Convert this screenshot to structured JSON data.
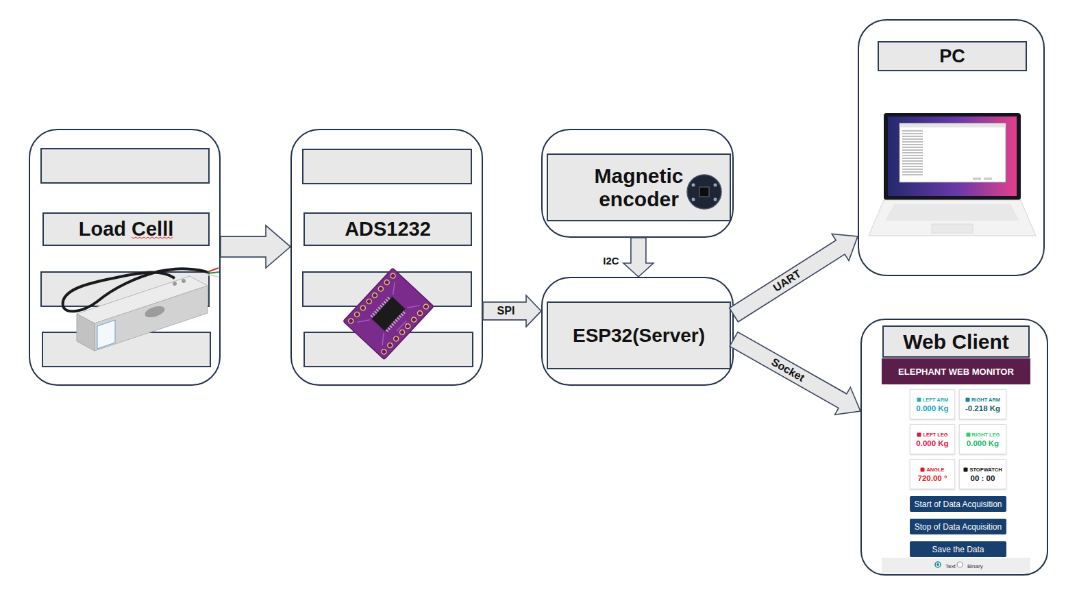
{
  "diagram": {
    "nodes": [
      {
        "text": [
          "Load Celll"
        ]
      },
      {
        "text": [
          "ADS1232"
        ]
      },
      {
        "text": [
          "Magnetic encoder"
        ]
      },
      {
        "text": [
          "ESP32(Server)"
        ]
      },
      {
        "text": [
          "PC"
        ]
      },
      {
        "text": [
          "Web Client"
        ]
      },
      {
        "text": [
          "ELEPHANT WEB MONITOR"
        ],
        "in": 5
      },
      {
        "text": [
          "LEFT ARM",
          "0.000 Kg"
        ],
        "in": 5
      },
      {
        "text": [
          "RIGHT ARM",
          "-0.218 Kg"
        ],
        "in": 5
      },
      {
        "text": [
          "LEFT LEG",
          "0.000 Kg"
        ],
        "in": 5
      },
      {
        "text": [
          "RIGHT LEG",
          "0.000 Kg"
        ],
        "in": 5
      },
      {
        "text": [
          "ANGLE",
          "720.00 °"
        ],
        "in": 5
      },
      {
        "text": [
          "STOPWATCH",
          "00 : 00"
        ],
        "in": 5
      },
      {
        "text": [
          "Start of Data Acquisition"
        ],
        "in": 5
      },
      {
        "text": [
          "Stop of Data Acquisition"
        ],
        "in": 5
      },
      {
        "text": [
          "Save the Data"
        ],
        "in": 5
      },
      {
        "text": [
          "Text",
          "Binary"
        ],
        "in": 5
      }
    ],
    "edges": [
      {
        "from": 0,
        "to": 1,
        "arrow": "to"
      },
      {
        "from": 1,
        "to": 3,
        "label": "SPI",
        "arrow": "to"
      },
      {
        "from": 2,
        "to": 3,
        "label": "I2C",
        "arrow": "to"
      },
      {
        "from": 3,
        "to": 4,
        "label": "UART",
        "arrow": "to"
      },
      {
        "from": 3,
        "to": 5,
        "label": "Socket",
        "arrow": "to"
      }
    ]
  }
}
